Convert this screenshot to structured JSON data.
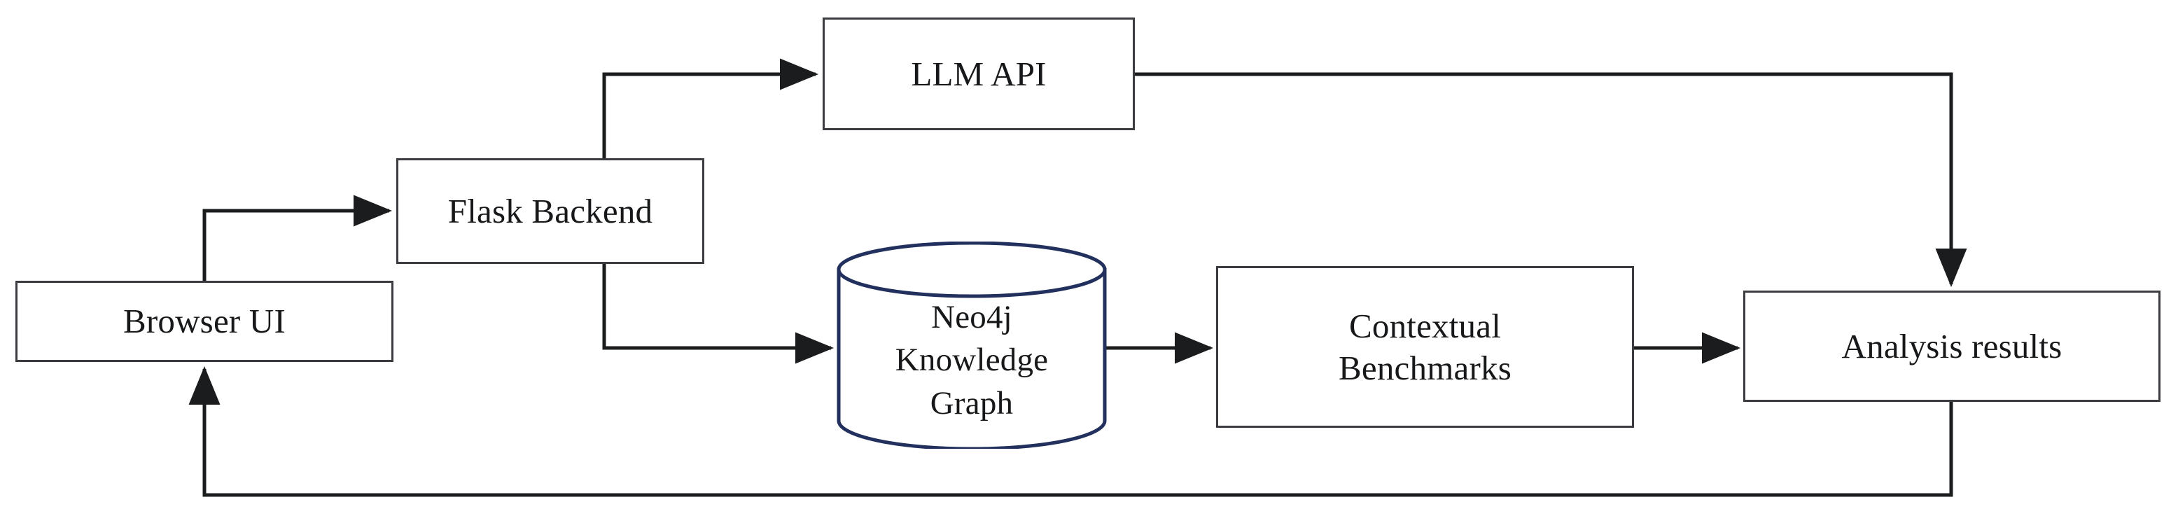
{
  "diagram": {
    "title": "System architecture flow diagram",
    "background_color": "#ffffff",
    "box_border_color": "#3a3c40",
    "cylinder_stroke_color": "#22305e",
    "connector_color": "#1b1c1e",
    "text_color": "#17181a",
    "nodes": [
      {
        "id": "browser-ui",
        "label": "Browser  UI",
        "shape": "rectangle"
      },
      {
        "id": "flask",
        "label": "Flask Backend",
        "shape": "rectangle"
      },
      {
        "id": "llm-api",
        "label": "LLM API",
        "shape": "rectangle"
      },
      {
        "id": "neo4j",
        "label": "Neo4j\nKnowledge\nGraph",
        "shape": "cylinder"
      },
      {
        "id": "benchmarks",
        "label": "Contextual\nBenchmarks",
        "shape": "rectangle"
      },
      {
        "id": "analysis",
        "label": "Analysis results",
        "shape": "rectangle"
      }
    ],
    "edges": [
      {
        "id": "e1",
        "from": "browser-ui",
        "to": "flask",
        "style": "orthogonal",
        "arrow": "to"
      },
      {
        "id": "e2",
        "from": "flask",
        "to": "llm-api",
        "style": "orthogonal",
        "arrow": "to"
      },
      {
        "id": "e3",
        "from": "flask",
        "to": "neo4j",
        "style": "orthogonal",
        "arrow": "to"
      },
      {
        "id": "e4",
        "from": "neo4j",
        "to": "benchmarks",
        "style": "straight",
        "arrow": "to"
      },
      {
        "id": "e5",
        "from": "benchmarks",
        "to": "analysis",
        "style": "straight",
        "arrow": "to"
      },
      {
        "id": "e6",
        "from": "llm-api",
        "to": "analysis",
        "style": "orthogonal",
        "arrow": "to"
      },
      {
        "id": "e7",
        "from": "analysis",
        "to": "browser-ui",
        "style": "orthogonal",
        "arrow": "to"
      }
    ]
  }
}
